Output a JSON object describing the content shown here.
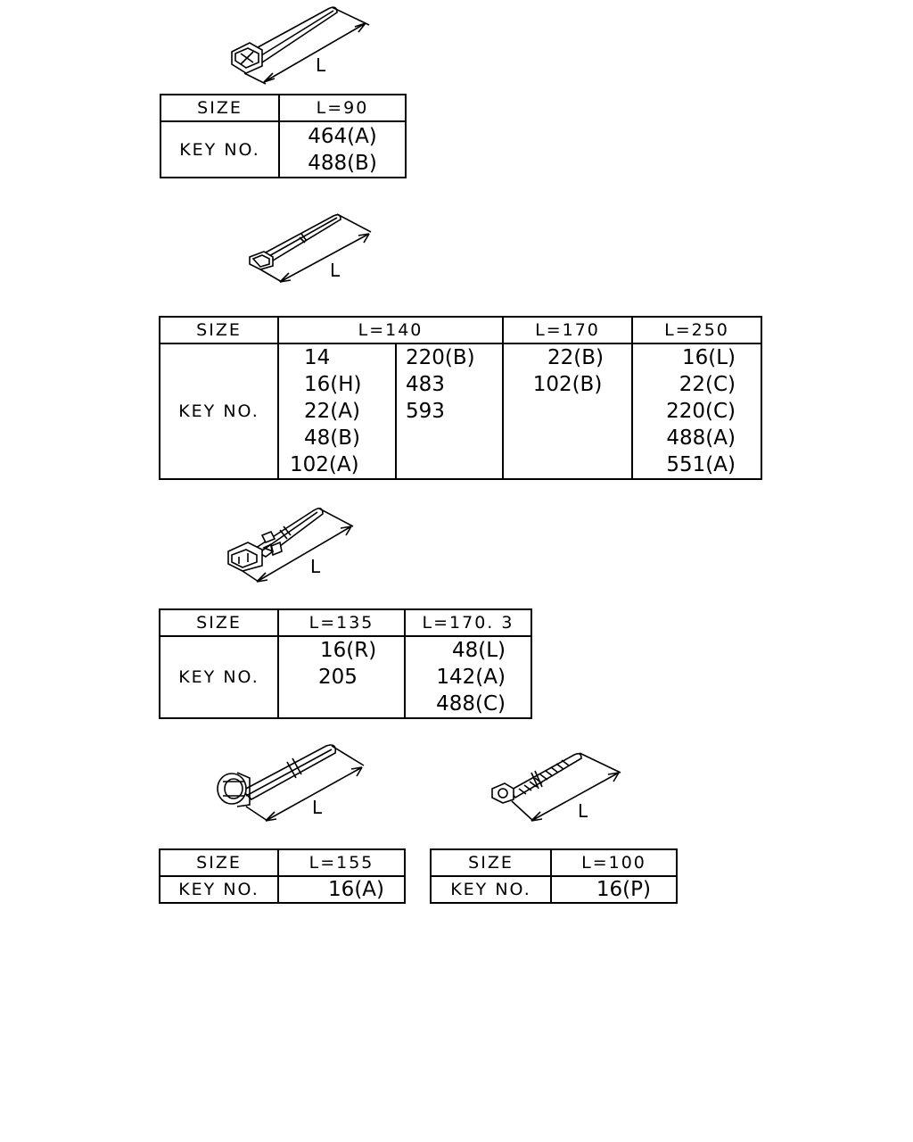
{
  "dimension_label": "L",
  "groups": [
    {
      "size_label": "SIZE",
      "key_label": "KEY NO.",
      "columns": [
        {
          "size": "L=90",
          "keys": [
            "464(A)",
            "488(B)"
          ]
        }
      ]
    },
    {
      "size_label": "SIZE",
      "key_label": "KEY NO.",
      "columns": [
        {
          "size": "L=140",
          "keys_left": [
            "14",
            "16(H)",
            "22(A)",
            "48(B)",
            "102(A)"
          ],
          "keys_right": [
            "220(B)",
            "483",
            "593"
          ]
        },
        {
          "size": "L=170",
          "keys": [
            "22(B)",
            "102(B)"
          ]
        },
        {
          "size": "L=250",
          "keys": [
            "16(L)",
            "22(C)",
            "220(C)",
            "488(A)",
            "551(A)"
          ]
        }
      ]
    },
    {
      "size_label": "SIZE",
      "key_label": "KEY NO.",
      "columns": [
        {
          "size": "L=135",
          "keys": [
            "16(R)",
            "205"
          ]
        },
        {
          "size": "L=170. 3",
          "keys": [
            "48(L)",
            "142(A)",
            "488(C)"
          ]
        }
      ]
    },
    {
      "size_label": "SIZE",
      "key_label": "KEY NO.",
      "columns": [
        {
          "size": "L=155",
          "keys": [
            "16(A)"
          ]
        }
      ]
    },
    {
      "size_label": "SIZE",
      "key_label": "KEY NO.",
      "columns": [
        {
          "size": "L=100",
          "keys": [
            "16(P)"
          ]
        }
      ]
    }
  ]
}
